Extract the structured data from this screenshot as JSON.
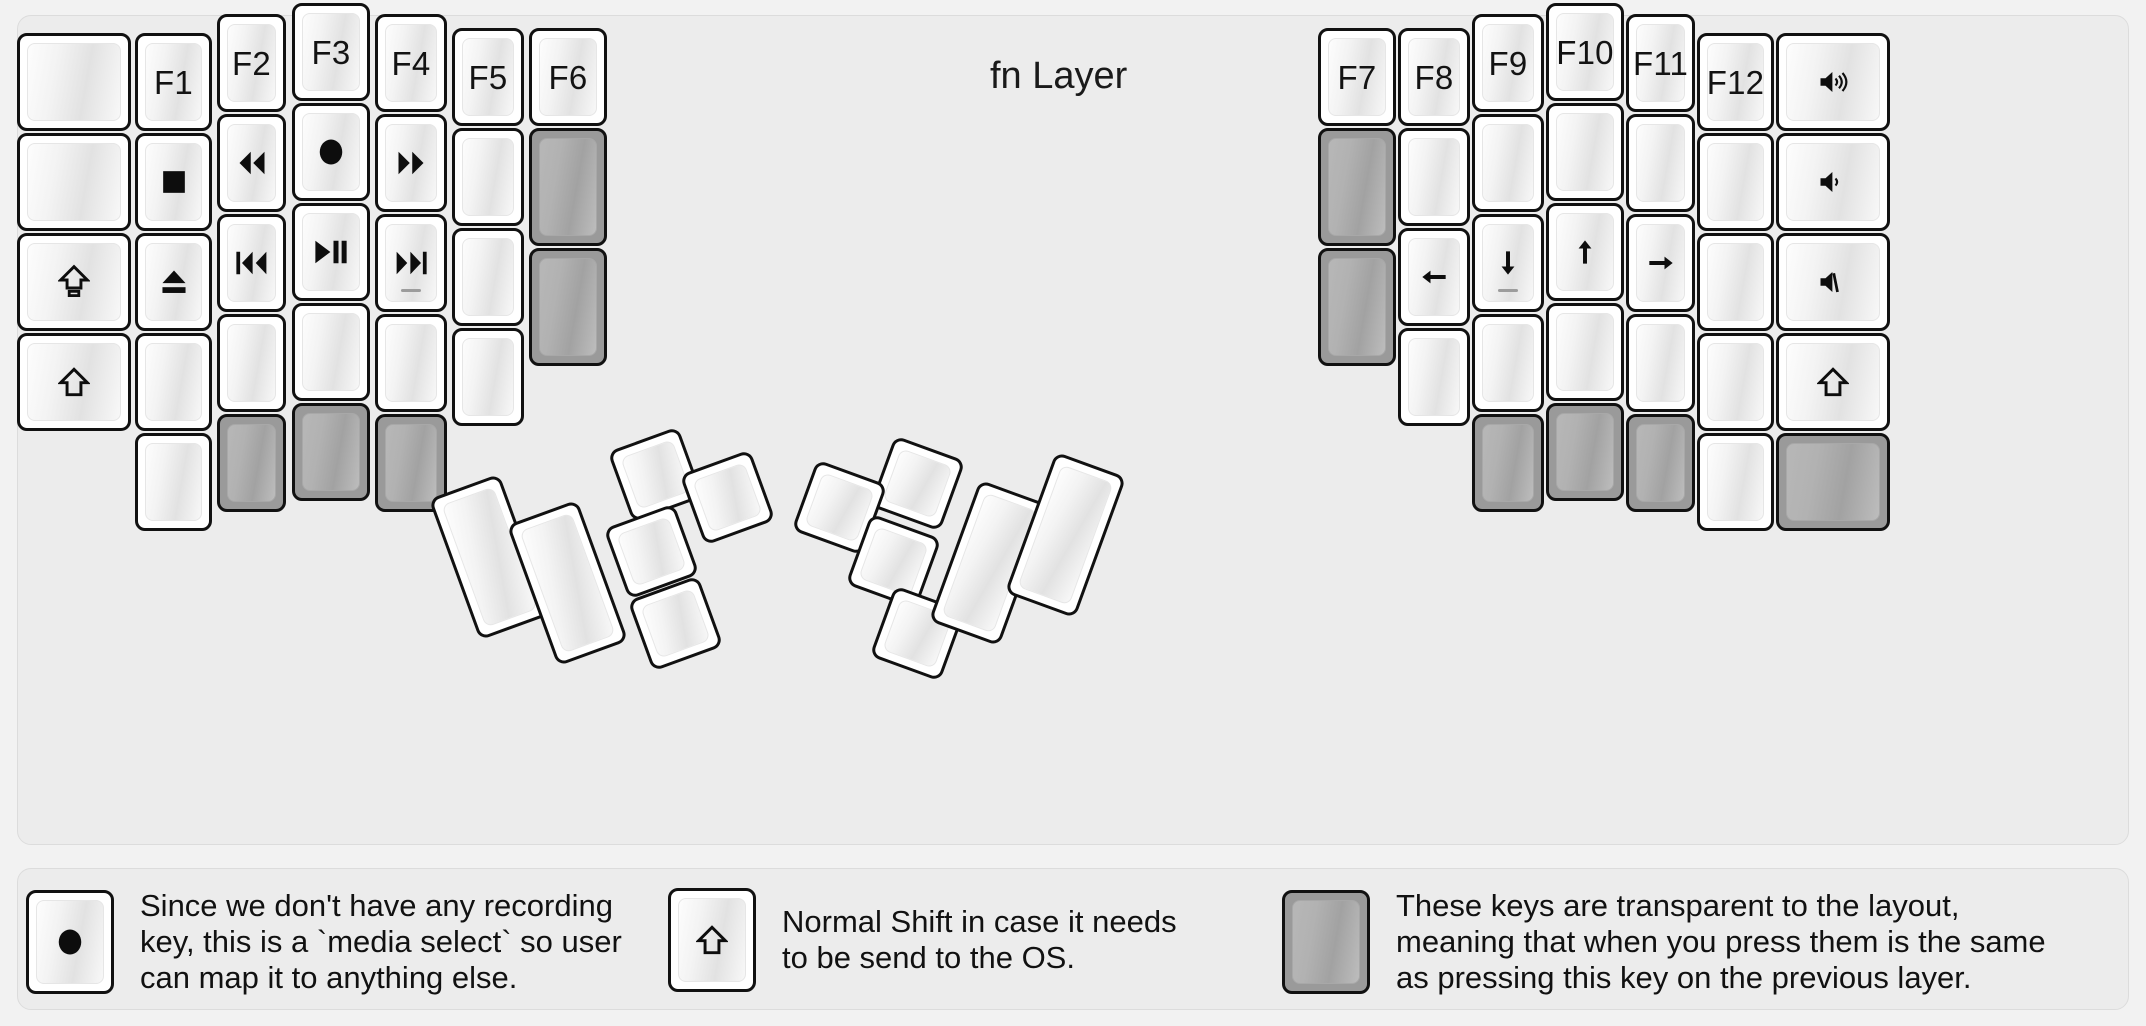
{
  "title": "fn Layer",
  "colors": {
    "panel_bg": "#ececec",
    "page_bg": "#f2f2f2",
    "key_face": "#ffffff",
    "key_outline": "#111111",
    "transparent_key": "#9a9a9a",
    "text": "#131313"
  },
  "legend": [
    {
      "key_icon": "record-icon",
      "text": "Since we don't have any recording\nkey, this is a `media select` so user\ncan map it to anything else."
    },
    {
      "key_icon": "shift-arrow-icon",
      "text": "Normal Shift in case it needs\nto be send to the OS."
    },
    {
      "key_icon": "blank-transparent",
      "text": "These keys are transparent to the layout,\nmeaning that when you press them is the same\nas pressing this key on the previous layer."
    }
  ],
  "left_half": {
    "columns": [
      {
        "name": "col-outer",
        "keys": [
          {
            "label": "",
            "icon": "",
            "state": "normal"
          },
          {
            "label": "",
            "icon": "",
            "state": "normal"
          },
          {
            "label": "",
            "icon": "caps-lock-icon",
            "state": "normal"
          },
          {
            "label": "",
            "icon": "shift-arrow-icon",
            "state": "normal"
          }
        ]
      },
      {
        "name": "col-pinky",
        "keys": [
          {
            "label": "F1",
            "icon": "",
            "state": "normal"
          },
          {
            "label": "",
            "icon": "stop-icon",
            "state": "normal"
          },
          {
            "label": "",
            "icon": "eject-icon",
            "state": "normal"
          },
          {
            "label": "",
            "icon": "",
            "state": "normal"
          },
          {
            "label": "",
            "icon": "",
            "state": "normal"
          }
        ]
      },
      {
        "name": "col-ring",
        "keys": [
          {
            "label": "F2",
            "icon": "",
            "state": "normal"
          },
          {
            "label": "",
            "icon": "rewind-icon",
            "state": "normal"
          },
          {
            "label": "",
            "icon": "prev-track-icon",
            "state": "normal"
          },
          {
            "label": "",
            "icon": "",
            "state": "normal"
          },
          {
            "label": "",
            "icon": "",
            "state": "transparent"
          }
        ]
      },
      {
        "name": "col-middle",
        "keys": [
          {
            "label": "F3",
            "icon": "",
            "state": "normal"
          },
          {
            "label": "",
            "icon": "record-icon",
            "state": "normal"
          },
          {
            "label": "",
            "icon": "play-pause-icon",
            "state": "normal"
          },
          {
            "label": "",
            "icon": "",
            "state": "normal"
          },
          {
            "label": "",
            "icon": "",
            "state": "transparent"
          }
        ]
      },
      {
        "name": "col-index",
        "keys": [
          {
            "label": "F4",
            "icon": "",
            "state": "normal"
          },
          {
            "label": "",
            "icon": "fast-forward-icon",
            "state": "normal"
          },
          {
            "label": "",
            "icon": "next-track-icon",
            "state": "normal",
            "homing": true
          },
          {
            "label": "",
            "icon": "",
            "state": "normal"
          },
          {
            "label": "",
            "icon": "",
            "state": "transparent"
          }
        ]
      },
      {
        "name": "col-inner",
        "keys": [
          {
            "label": "F5",
            "icon": "",
            "state": "normal"
          },
          {
            "label": "",
            "icon": "",
            "state": "normal"
          },
          {
            "label": "",
            "icon": "",
            "state": "normal"
          },
          {
            "label": "",
            "icon": "",
            "state": "normal"
          }
        ]
      },
      {
        "name": "col-innermost",
        "keys": [
          {
            "label": "F6",
            "icon": "",
            "state": "normal"
          },
          {
            "label": "",
            "icon": "",
            "state": "transparent"
          },
          {
            "label": "",
            "icon": "",
            "state": "transparent"
          }
        ]
      }
    ],
    "thumb_cluster": [
      {
        "label": "",
        "icon": "",
        "state": "normal"
      },
      {
        "label": "",
        "icon": "",
        "state": "normal"
      },
      {
        "label": "",
        "icon": "",
        "state": "normal"
      },
      {
        "label": "",
        "icon": "",
        "state": "normal"
      },
      {
        "label": "",
        "icon": "",
        "state": "normal"
      },
      {
        "label": "",
        "icon": "",
        "state": "normal"
      }
    ]
  },
  "right_half": {
    "columns": [
      {
        "name": "col-innermost",
        "keys": [
          {
            "label": "F7",
            "icon": "",
            "state": "normal"
          },
          {
            "label": "",
            "icon": "",
            "state": "transparent"
          },
          {
            "label": "",
            "icon": "",
            "state": "transparent"
          }
        ]
      },
      {
        "name": "col-inner",
        "keys": [
          {
            "label": "F8",
            "icon": "",
            "state": "normal"
          },
          {
            "label": "",
            "icon": "",
            "state": "normal"
          },
          {
            "label": "",
            "icon": "arrow-left-icon",
            "state": "normal"
          },
          {
            "label": "",
            "icon": "",
            "state": "normal"
          }
        ]
      },
      {
        "name": "col-index",
        "keys": [
          {
            "label": "F9",
            "icon": "",
            "state": "normal"
          },
          {
            "label": "",
            "icon": "",
            "state": "normal"
          },
          {
            "label": "",
            "icon": "arrow-down-icon",
            "state": "normal",
            "homing": true
          },
          {
            "label": "",
            "icon": "",
            "state": "normal"
          },
          {
            "label": "",
            "icon": "",
            "state": "transparent"
          }
        ]
      },
      {
        "name": "col-middle",
        "keys": [
          {
            "label": "F10",
            "icon": "",
            "state": "normal"
          },
          {
            "label": "",
            "icon": "",
            "state": "normal"
          },
          {
            "label": "",
            "icon": "arrow-up-icon",
            "state": "normal"
          },
          {
            "label": "",
            "icon": "",
            "state": "normal"
          },
          {
            "label": "",
            "icon": "",
            "state": "transparent"
          }
        ]
      },
      {
        "name": "col-ring",
        "keys": [
          {
            "label": "F11",
            "icon": "",
            "state": "normal"
          },
          {
            "label": "",
            "icon": "",
            "state": "normal"
          },
          {
            "label": "",
            "icon": "arrow-right-icon",
            "state": "normal"
          },
          {
            "label": "",
            "icon": "",
            "state": "normal"
          },
          {
            "label": "",
            "icon": "",
            "state": "transparent"
          }
        ]
      },
      {
        "name": "col-pinky",
        "keys": [
          {
            "label": "F12",
            "icon": "",
            "state": "normal"
          },
          {
            "label": "",
            "icon": "",
            "state": "normal"
          },
          {
            "label": "",
            "icon": "",
            "state": "normal"
          },
          {
            "label": "",
            "icon": "",
            "state": "normal"
          },
          {
            "label": "",
            "icon": "",
            "state": "normal"
          }
        ]
      },
      {
        "name": "col-outer",
        "keys": [
          {
            "label": "",
            "icon": "volume-up-icon",
            "state": "normal"
          },
          {
            "label": "",
            "icon": "volume-down-icon",
            "state": "normal"
          },
          {
            "label": "",
            "icon": "volume-mute-icon",
            "state": "normal"
          },
          {
            "label": "",
            "icon": "shift-arrow-icon",
            "state": "normal"
          },
          {
            "label": "",
            "icon": "",
            "state": "transparent"
          }
        ]
      }
    ],
    "thumb_cluster": [
      {
        "label": "",
        "icon": "",
        "state": "normal"
      },
      {
        "label": "",
        "icon": "",
        "state": "normal"
      },
      {
        "label": "",
        "icon": "",
        "state": "normal"
      },
      {
        "label": "",
        "icon": "",
        "state": "normal"
      },
      {
        "label": "",
        "icon": "",
        "state": "normal"
      },
      {
        "label": "",
        "icon": "",
        "state": "normal"
      }
    ]
  }
}
